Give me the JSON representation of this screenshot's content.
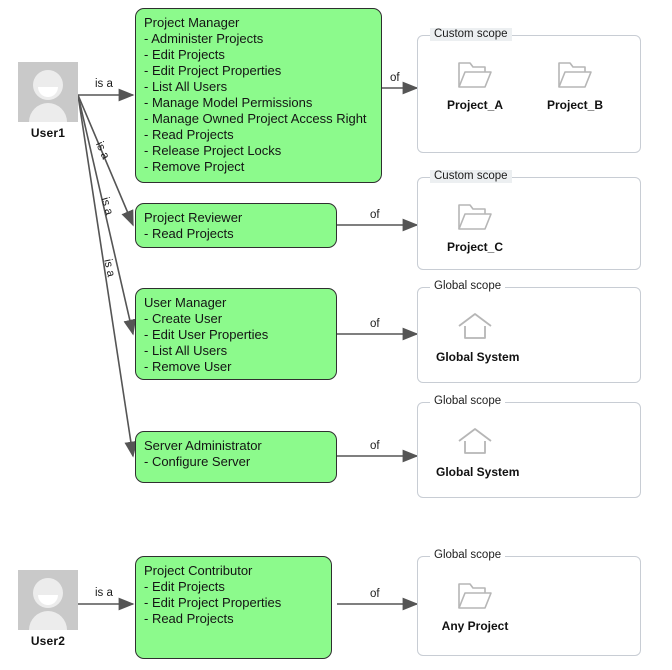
{
  "diagram": {
    "type": "role-permission-scope-diagram",
    "colors": {
      "role_fill": "#8cfa8c",
      "role_border": "#2f2f2f",
      "avatar_bg": "#c9c9c9",
      "panel_border": "#c8cdd4",
      "edge": "#555555",
      "legend_highlight": "#eceff1"
    },
    "users": [
      {
        "id": "user1",
        "label": "User1",
        "icon": "user-avatar-icon"
      },
      {
        "id": "user2",
        "label": "User2",
        "icon": "user-avatar-icon"
      }
    ],
    "roles": [
      {
        "id": "project-manager",
        "title": "Project Manager",
        "permissions": [
          "- Administer Projects",
          "- Edit Projects",
          "- Edit Project Properties",
          "- List All Users",
          "- Manage Model Permissions",
          "- Manage Owned Project Access Right",
          "- Read Projects",
          "- Release Project Locks",
          "- Remove Project"
        ]
      },
      {
        "id": "project-reviewer",
        "title": "Project Reviewer",
        "permissions": [
          "- Read Projects"
        ]
      },
      {
        "id": "user-manager",
        "title": "User Manager",
        "permissions": [
          "- Create User",
          "- Edit User Properties",
          "- List All Users",
          "- Remove User"
        ]
      },
      {
        "id": "server-administrator",
        "title": "Server Administrator",
        "permissions": [
          "- Configure Server"
        ]
      },
      {
        "id": "project-contributor",
        "title": "Project Contributor",
        "permissions": [
          "- Edit Projects",
          "- Edit Project Properties",
          "- Read Projects"
        ]
      }
    ],
    "scopes": [
      {
        "id": "scope-project-manager",
        "legend": "Custom scope",
        "legend_highlighted": true,
        "items": [
          {
            "icon": "folder-icon",
            "caption": "Project_A"
          },
          {
            "icon": "folder-icon",
            "caption": "Project_B"
          }
        ]
      },
      {
        "id": "scope-project-reviewer",
        "legend": "Custom scope",
        "legend_highlighted": true,
        "items": [
          {
            "icon": "folder-icon",
            "caption": "Project_C"
          }
        ]
      },
      {
        "id": "scope-user-manager",
        "legend": "Global scope",
        "legend_highlighted": false,
        "items": [
          {
            "icon": "home-icon",
            "caption": "Global System"
          }
        ]
      },
      {
        "id": "scope-server-administrator",
        "legend": "Global scope",
        "legend_highlighted": false,
        "items": [
          {
            "icon": "home-icon",
            "caption": "Global System"
          }
        ]
      },
      {
        "id": "scope-project-contributor",
        "legend": "Global scope",
        "legend_highlighted": false,
        "items": [
          {
            "icon": "folder-icon",
            "caption": "Any Project"
          }
        ]
      }
    ],
    "edge_labels": {
      "is_a": "is a",
      "of": "of"
    },
    "edges": [
      {
        "from": "user1",
        "to": "project-manager",
        "label": "is a"
      },
      {
        "from": "user1",
        "to": "project-reviewer",
        "label": "is a"
      },
      {
        "from": "user1",
        "to": "user-manager",
        "label": "is a"
      },
      {
        "from": "user1",
        "to": "server-administrator",
        "label": "is a"
      },
      {
        "from": "user2",
        "to": "project-contributor",
        "label": "is a"
      },
      {
        "from": "project-manager",
        "to": "scope-project-manager",
        "label": "of"
      },
      {
        "from": "project-reviewer",
        "to": "scope-project-reviewer",
        "label": "of"
      },
      {
        "from": "user-manager",
        "to": "scope-user-manager",
        "label": "of"
      },
      {
        "from": "server-administrator",
        "to": "scope-server-administrator",
        "label": "of"
      },
      {
        "from": "project-contributor",
        "to": "scope-project-contributor",
        "label": "of"
      }
    ]
  }
}
